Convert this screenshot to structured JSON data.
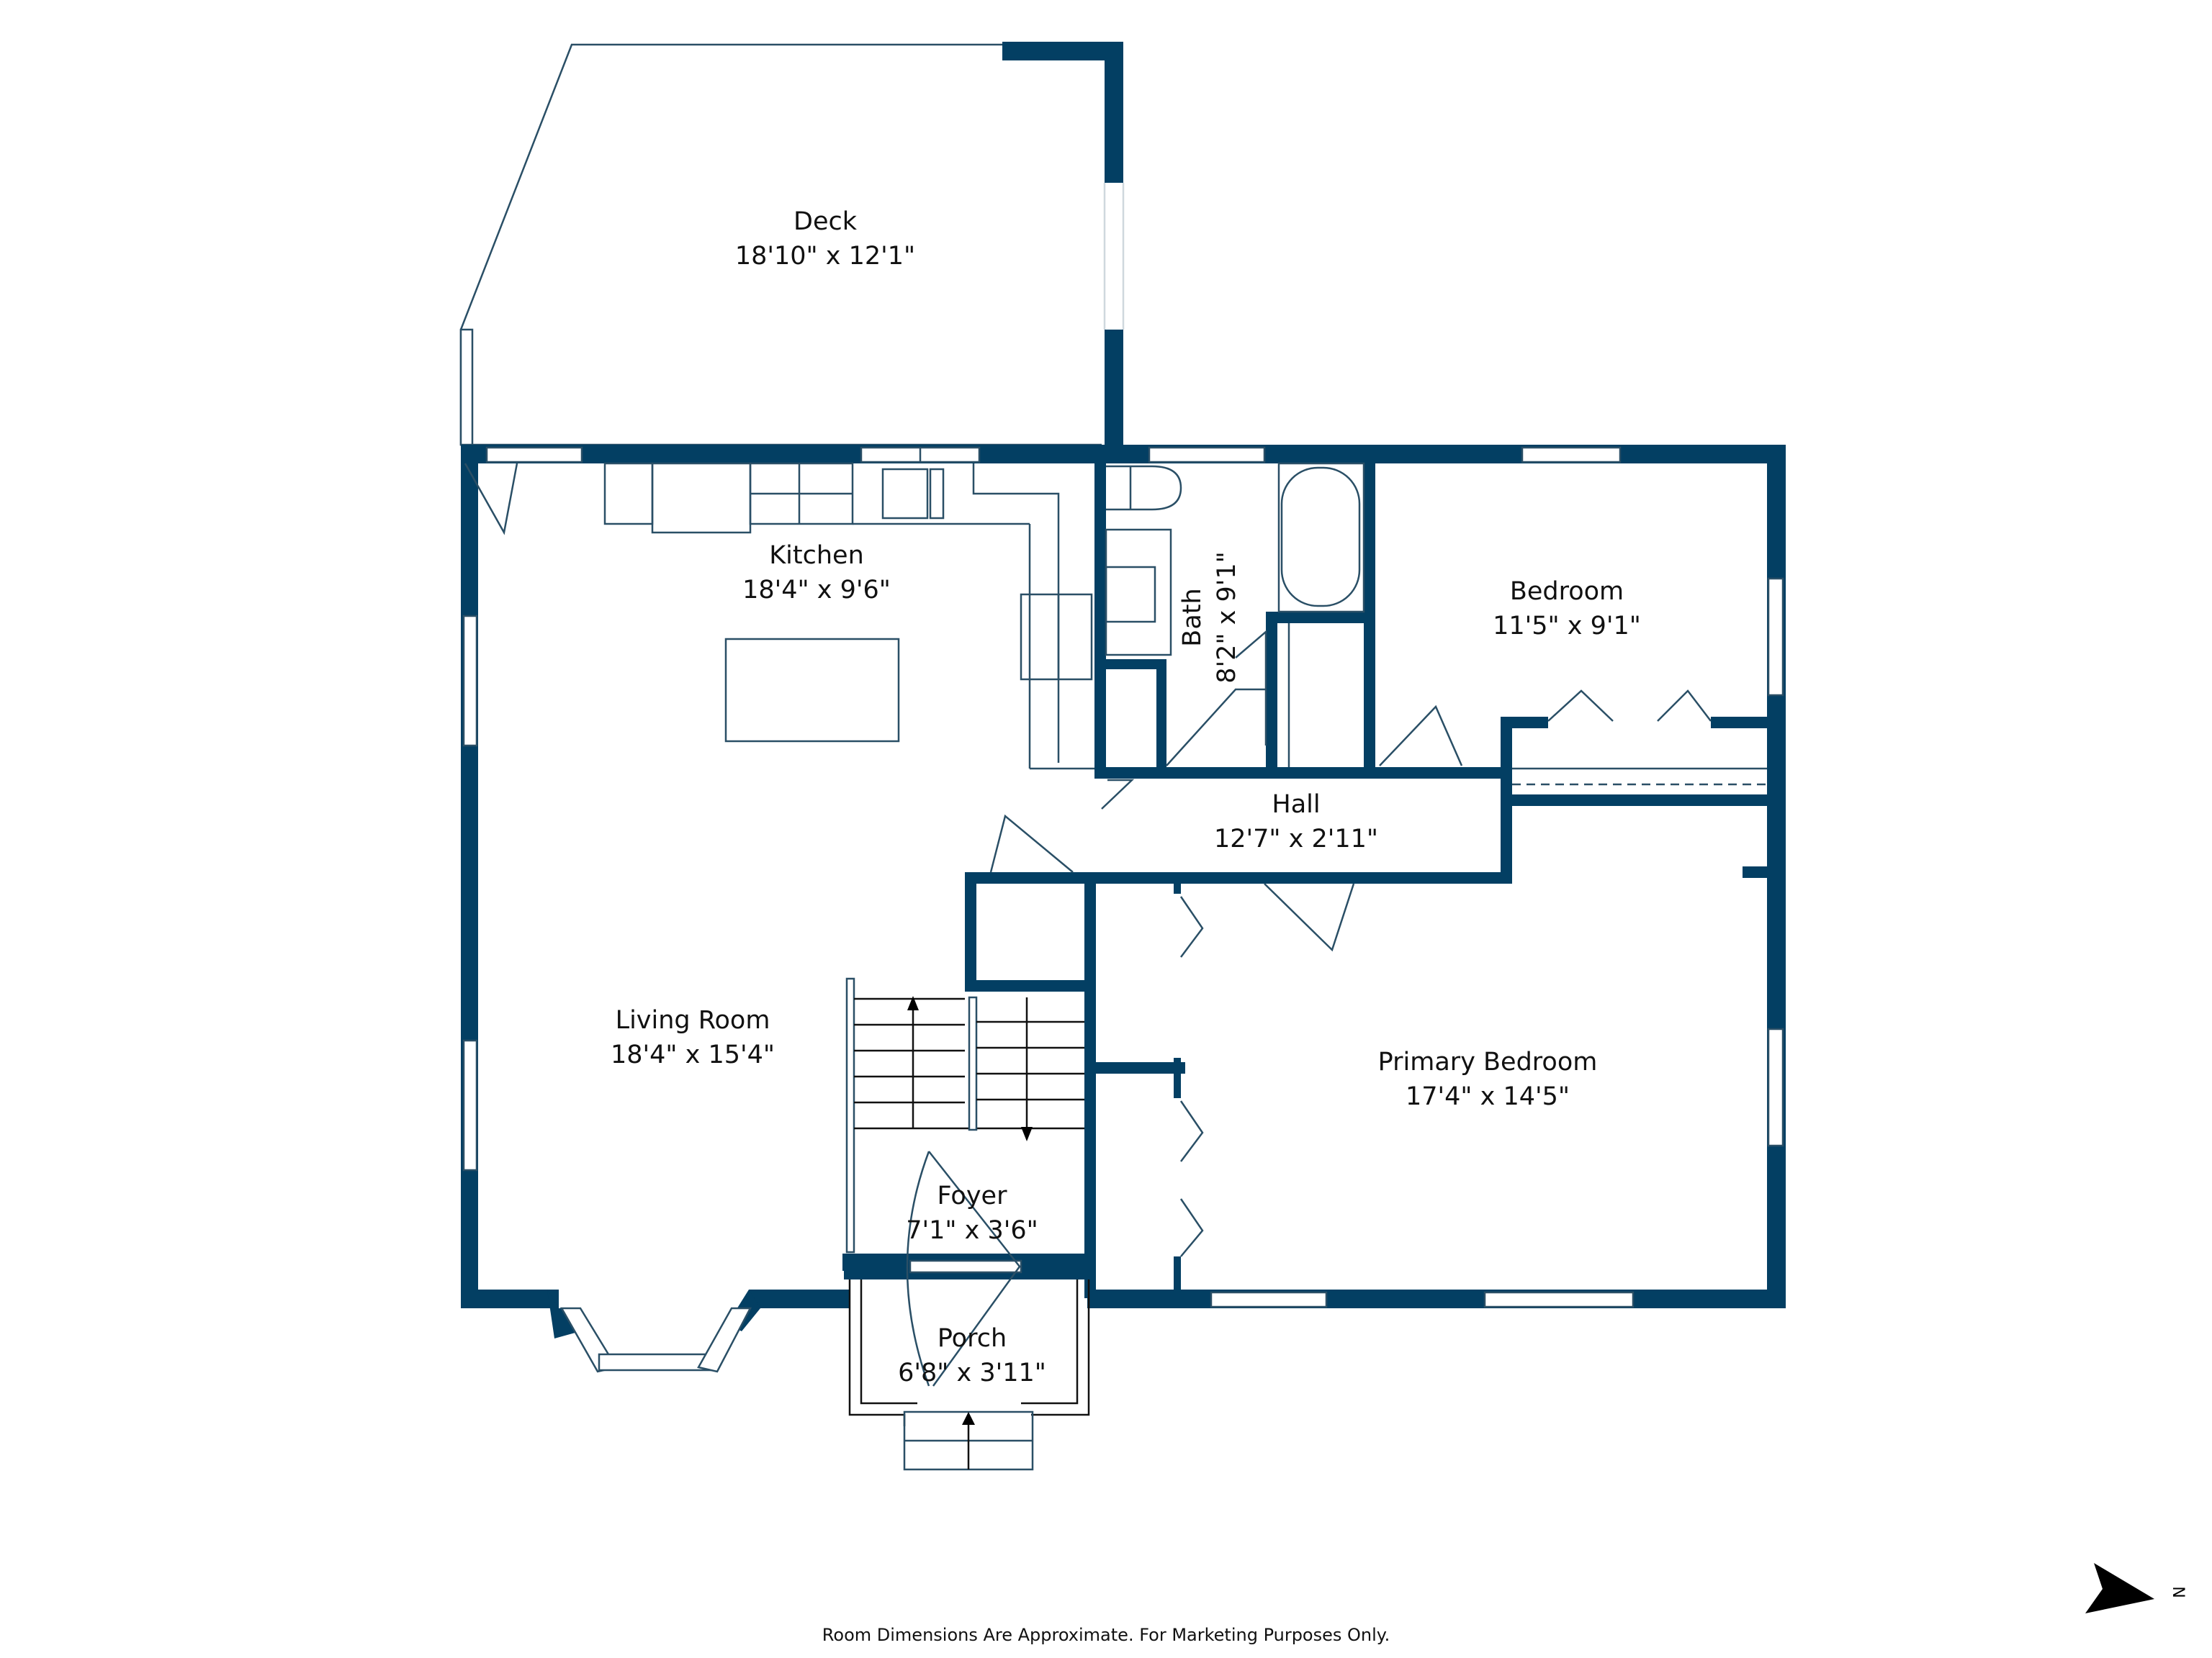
{
  "floorplan": {
    "wall_color": "#033F63",
    "line_color": "#2a4f66",
    "rooms": [
      {
        "id": "deck",
        "name": "Deck",
        "dimensions": "18'10\" x 12'1\""
      },
      {
        "id": "kitchen",
        "name": "Kitchen",
        "dimensions": "18'4\" x 9'6\""
      },
      {
        "id": "bath",
        "name": "Bath",
        "dimensions": "8'2\" x 9'1\""
      },
      {
        "id": "bedroom",
        "name": "Bedroom",
        "dimensions": "11'5\" x 9'1\""
      },
      {
        "id": "hall",
        "name": "Hall",
        "dimensions": "12'7\" x 2'11\""
      },
      {
        "id": "living_room",
        "name": "Living Room",
        "dimensions": "18'4\" x 15'4\""
      },
      {
        "id": "primary_bedroom",
        "name": "Primary Bedroom",
        "dimensions": "17'4\" x 14'5\""
      },
      {
        "id": "foyer",
        "name": "Foyer",
        "dimensions": "7'1\" x 3'6\""
      },
      {
        "id": "porch",
        "name": "Porch",
        "dimensions": "6'8\" x 3'11\""
      }
    ]
  },
  "footer": {
    "disclaimer": "Room Dimensions Are Approximate. For Marketing Purposes Only."
  },
  "compass": {
    "label": "N",
    "icon": "north-arrow-icon"
  }
}
